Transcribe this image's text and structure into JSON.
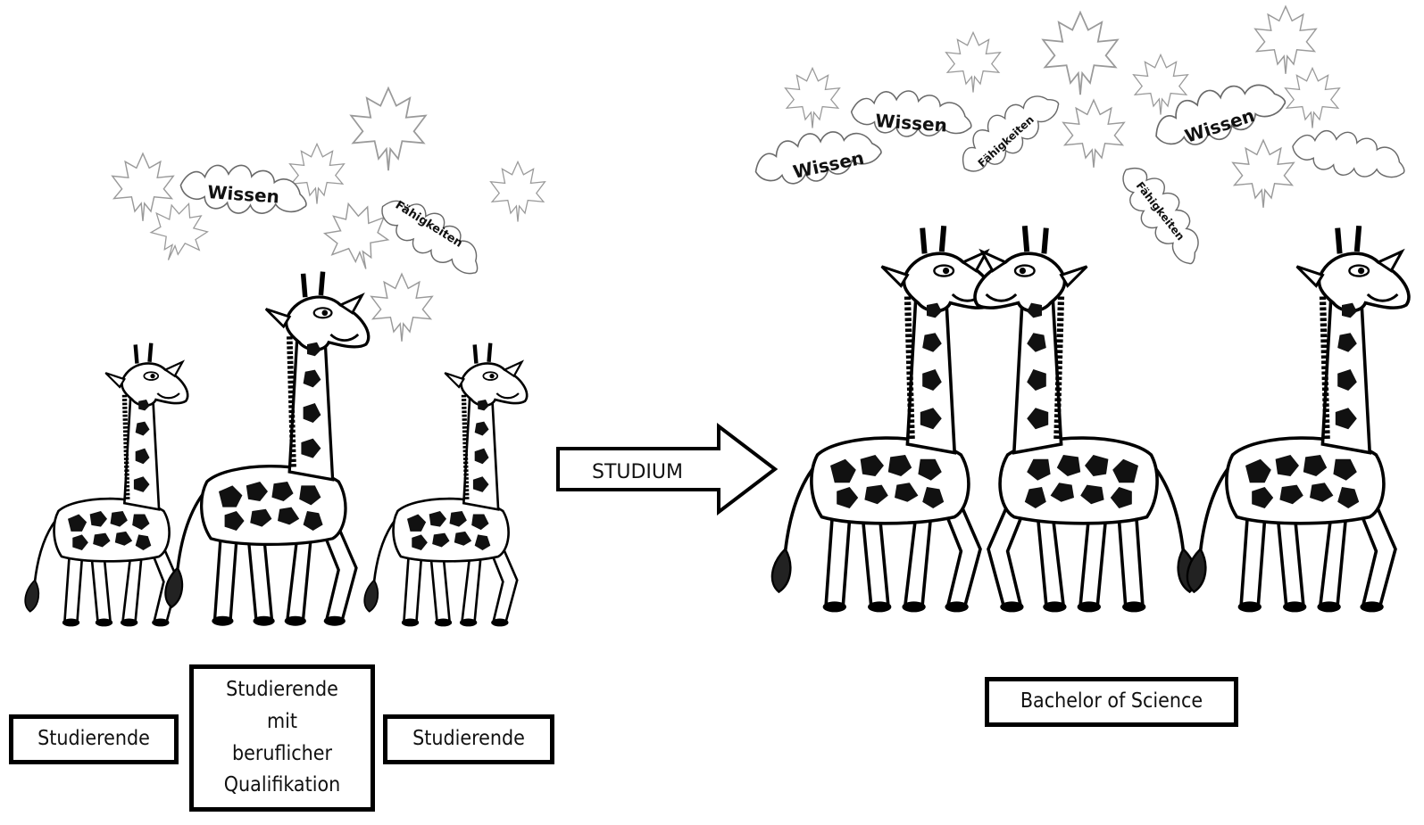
{
  "leaf_labels": {
    "wissen": "Wissen",
    "faehigkeiten": "Fähigkeiten"
  },
  "arrow": {
    "label": "STUDIUM"
  },
  "labels": {
    "left_student": "Studierende",
    "middle_student": "Studierende\nmit\nberuflicher\nQualifikation",
    "right_student": "Studierende",
    "graduate": "Bachelor of Science"
  },
  "colors": {
    "giraffe_highlight": "#bdbdbd",
    "outline": "#000000",
    "leaf_outline": "#9a9a9a"
  }
}
